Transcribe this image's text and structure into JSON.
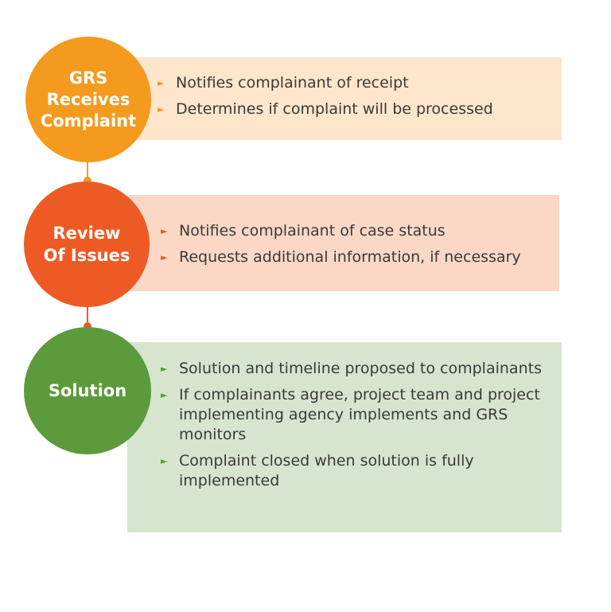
{
  "colors": {
    "step1_circle": "#F49A1F",
    "step1_panel": "#FDE6CB",
    "step2_circle": "#EE5A24",
    "step2_panel": "#FAD8C5",
    "step3_circle": "#5C9B3B",
    "step3_panel": "#D7E5CE",
    "step1_arrow": "#F49A1F",
    "step2_arrow": "#EE5A24",
    "step3_arrow": "#5C9B3B"
  },
  "steps": [
    {
      "label": "GRS\nReceives\nComplaint",
      "bullets": [
        "Notifies complainant of receipt",
        "Determines if complaint will be processed"
      ]
    },
    {
      "label": "Review\nOf Issues",
      "bullets": [
        "Notifies complainant of case status",
        "Requests additional information, if necessary"
      ]
    },
    {
      "label": "Solution",
      "bullets": [
        "Solution and timeline proposed to complainants",
        "If complainants agree, project team and project implementing agency implements and GRS monitors",
        "Complaint closed when solution is fully implemented"
      ]
    }
  ],
  "arrow_glyph": "►"
}
